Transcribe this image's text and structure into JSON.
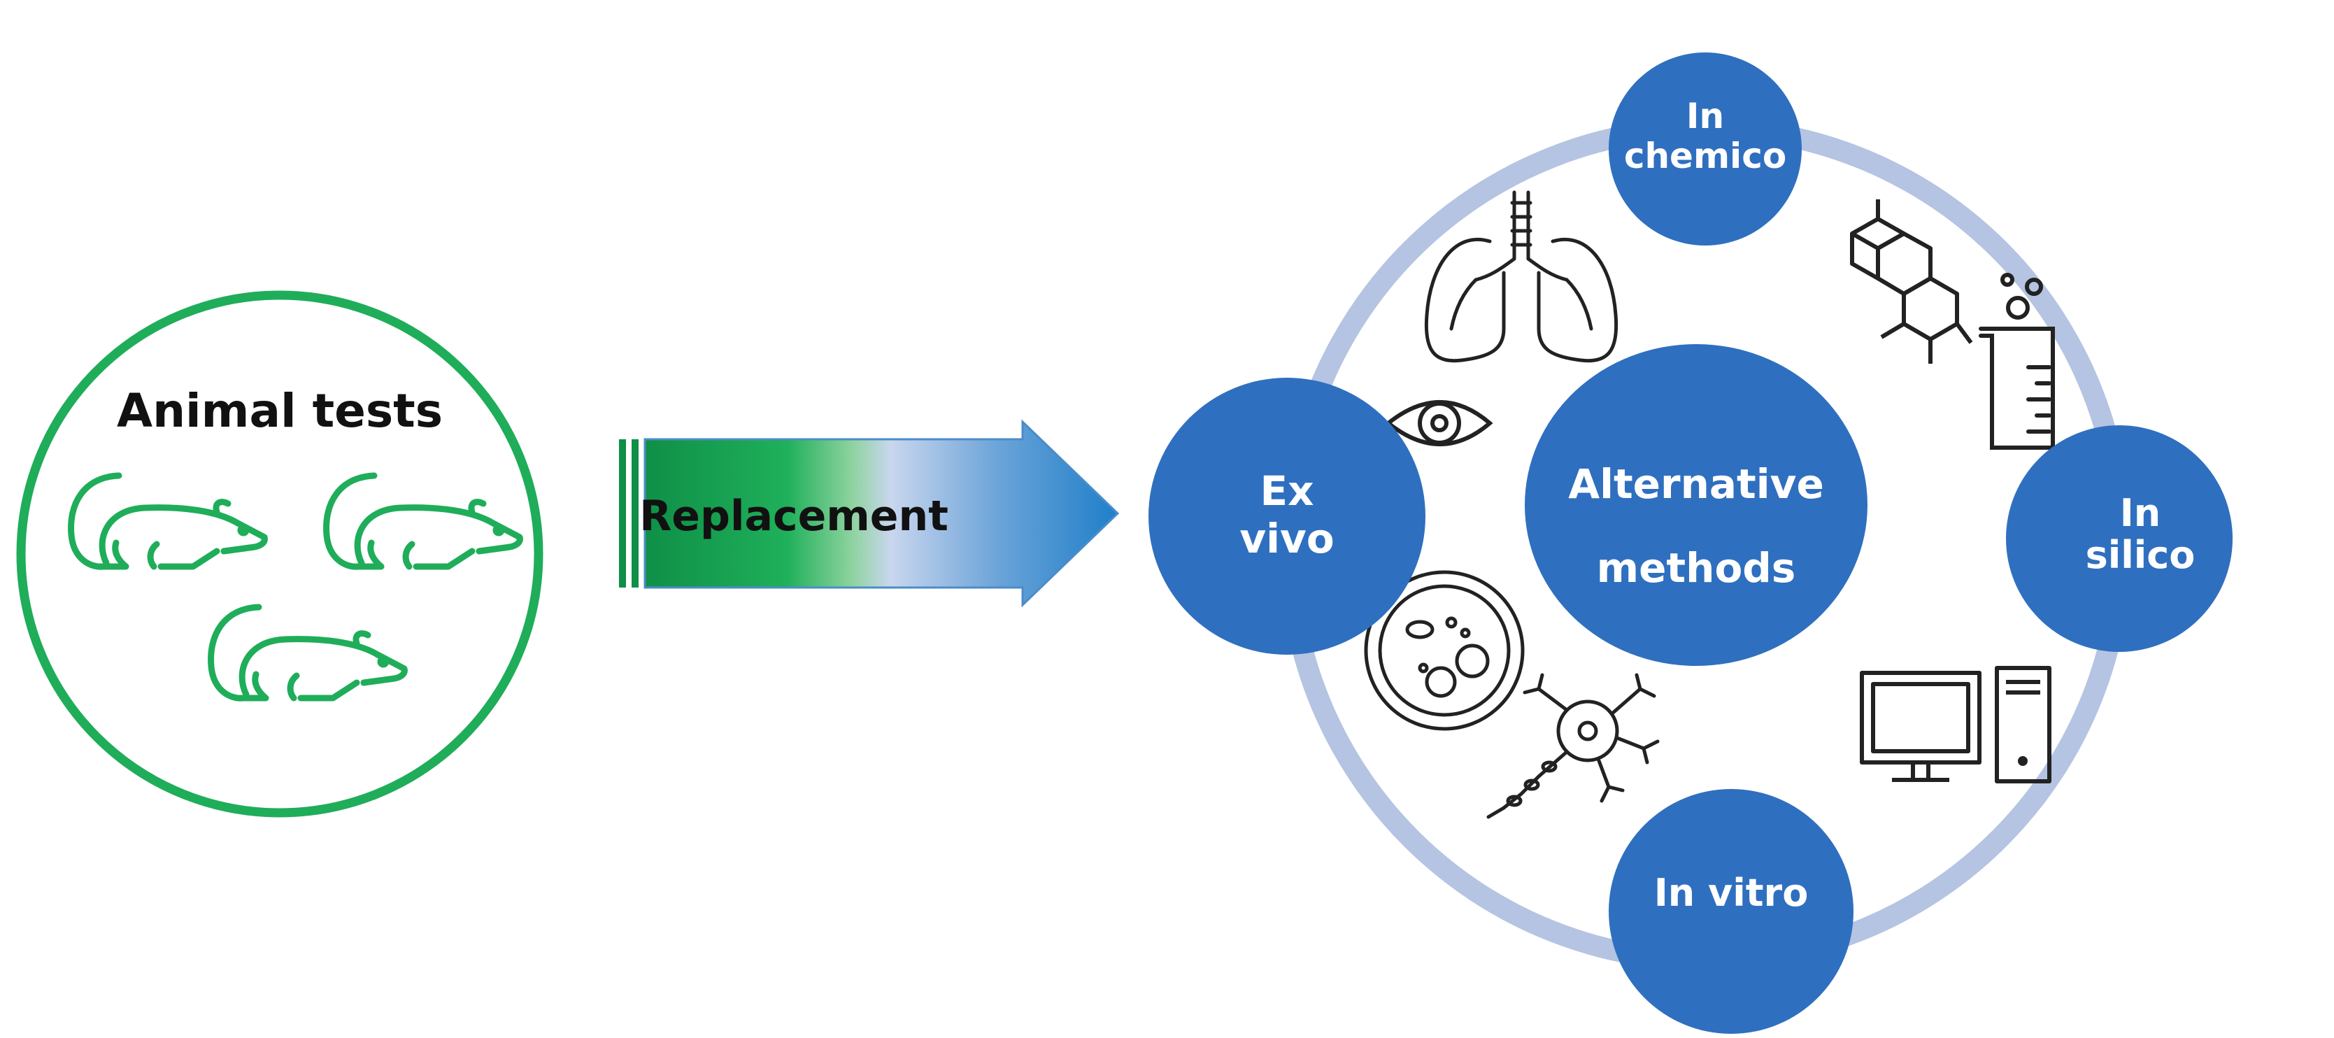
{
  "left_group": {
    "title": "Animal tests"
  },
  "arrow": {
    "label": "Replacement"
  },
  "center": {
    "line1": "Alternative",
    "line2": "methods"
  },
  "nodes": {
    "in_chemico": {
      "line1": "In",
      "line2": "chemico"
    },
    "in_silico": {
      "line1": "In",
      "line2": "silico"
    },
    "in_vitro": {
      "line1": "In vitro"
    },
    "ex_vivo": {
      "line1": "Ex",
      "line2": "vivo"
    }
  },
  "icons": [
    "rat-icon",
    "lungs-icon",
    "eye-icon",
    "petri-dish-icon",
    "neuron-icon",
    "molecule-icon",
    "beaker-icon",
    "computer-icon"
  ],
  "colors": {
    "green": "#1fad5a",
    "blue_node": "#2f6fbf",
    "ring": "#b4c4e2",
    "icon_stroke": "#222222"
  }
}
